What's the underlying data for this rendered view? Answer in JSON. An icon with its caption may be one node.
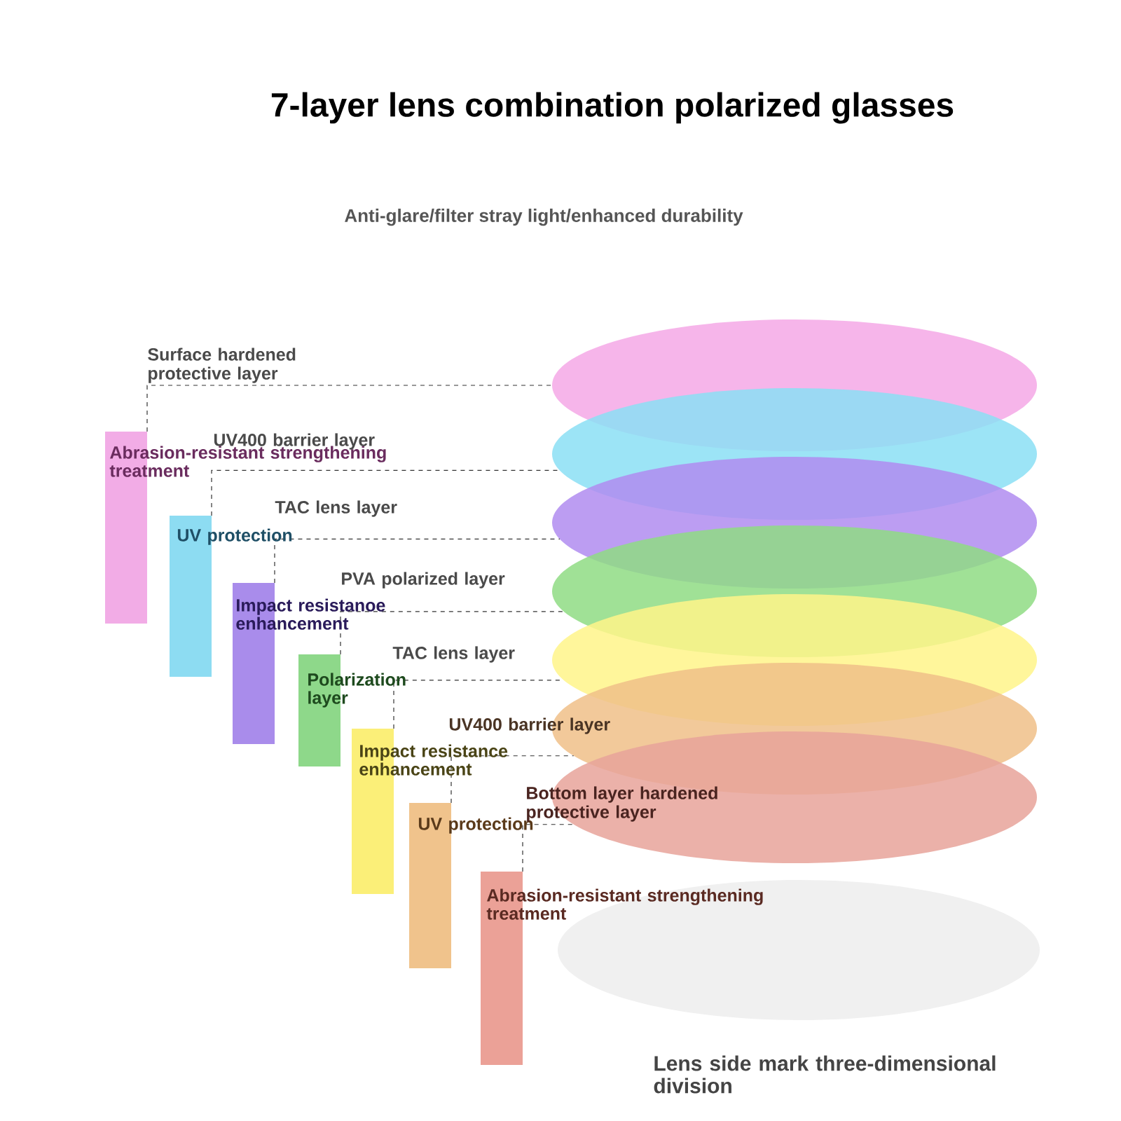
{
  "diagram": {
    "title": "7-layer lens combination polarized glasses",
    "nodes": [
      {
        "text": [
          "Abrasion-resistant strengthening treatment"
        ]
      },
      {
        "text": [
          "UV protection"
        ]
      },
      {
        "text": [
          "Impact resistanoe enhancement"
        ]
      },
      {
        "text": [
          "Polarization layer"
        ]
      },
      {
        "text": [
          "Impact resistance enhancement"
        ]
      },
      {
        "text": [
          "UV protection"
        ]
      },
      {
        "text": [
          "Abrasion-resistant strengthening treatment"
        ]
      },
      {
        "text": [],
        "shape": "ellipse"
      },
      {
        "text": [],
        "shape": "ellipse"
      },
      {
        "text": [],
        "shape": "ellipse"
      },
      {
        "text": [],
        "shape": "ellipse"
      },
      {
        "text": [],
        "shape": "ellipse"
      },
      {
        "text": [],
        "shape": "ellipse"
      },
      {
        "text": [],
        "shape": "ellipse"
      }
    ],
    "edges": [
      {
        "from": 0,
        "to": 7,
        "arrow": "none",
        "style": "dashed"
      },
      {
        "from": 1,
        "to": 8,
        "arrow": "none",
        "style": "dashed"
      },
      {
        "from": 2,
        "to": 9,
        "arrow": "none",
        "style": "dashed"
      },
      {
        "from": 3,
        "to": 10,
        "arrow": "none",
        "style": "dashed"
      },
      {
        "from": 4,
        "to": 11,
        "arrow": "none",
        "style": "dashed"
      },
      {
        "from": 5,
        "to": 12,
        "arrow": "none",
        "style": "dashed"
      },
      {
        "from": 6,
        "to": 13,
        "arrow": "none",
        "style": "dashed"
      }
    ],
    "labels": [
      "Anti-glare/filter stray light/enhanced durability",
      "Surface hardened protective layer",
      "UV400 barrier layer",
      "TAC lens layer",
      "PVA polarized layer",
      "TAC lens layer",
      "UV400 barrier layer",
      "Bottom layer hardened protective layer",
      "Lens side mark three-dimensional division"
    ]
  }
}
